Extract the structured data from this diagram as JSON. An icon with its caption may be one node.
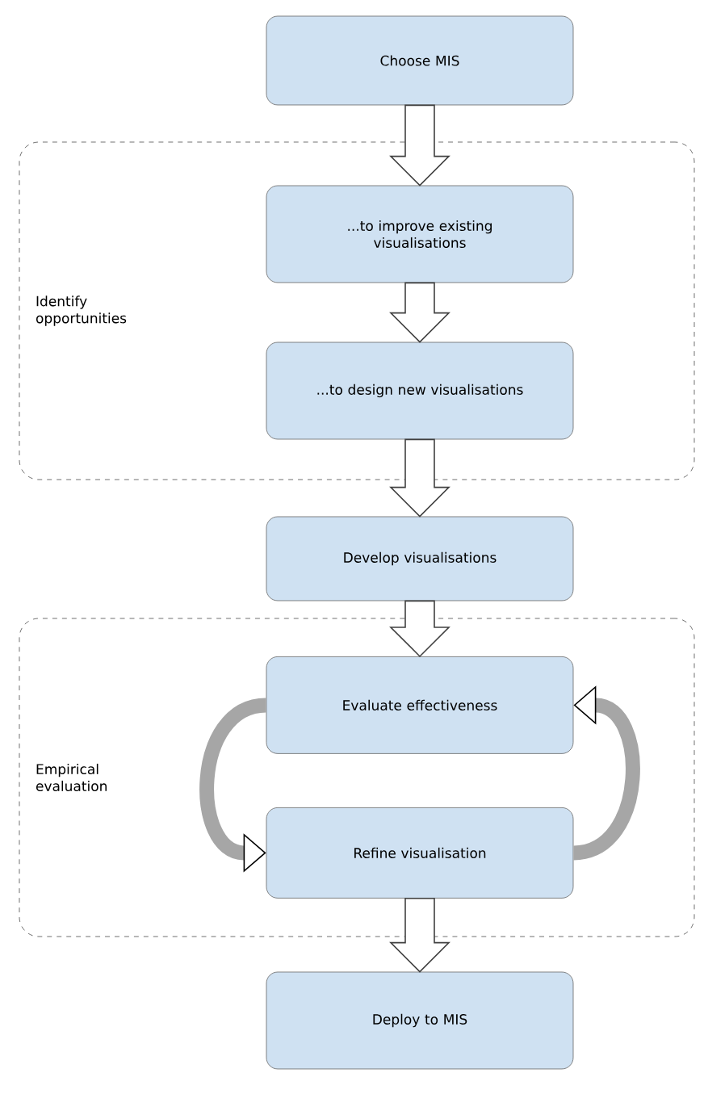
{
  "diagram": {
    "nodes": [
      {
        "text": [
          "Choose MIS"
        ]
      },
      {
        "text": [
          "Identify opportunities"
        ]
      },
      {
        "text": [
          "...to improve existing visualisations"
        ],
        "in": 1
      },
      {
        "text": [
          "...to design new visualisations"
        ],
        "in": 1
      },
      {
        "text": [
          "Develop visualisations"
        ]
      },
      {
        "text": [
          "Empirical evaluation"
        ]
      },
      {
        "text": [
          "Evaluate effectiveness"
        ],
        "in": 5
      },
      {
        "text": [
          "Refine visualisation"
        ],
        "in": 5
      },
      {
        "text": [
          "Deploy to MIS"
        ]
      }
    ],
    "edges": [
      {
        "from": 0,
        "to": 2,
        "arrow": "to"
      },
      {
        "from": 2,
        "to": 3,
        "arrow": "to"
      },
      {
        "from": 3,
        "to": 4,
        "arrow": "to"
      },
      {
        "from": 4,
        "to": 6,
        "arrow": "to"
      },
      {
        "from": 6,
        "to": 7,
        "arrow": "to"
      },
      {
        "from": 7,
        "to": 6,
        "arrow": "to"
      },
      {
        "from": 7,
        "to": 8,
        "arrow": "to"
      }
    ]
  }
}
